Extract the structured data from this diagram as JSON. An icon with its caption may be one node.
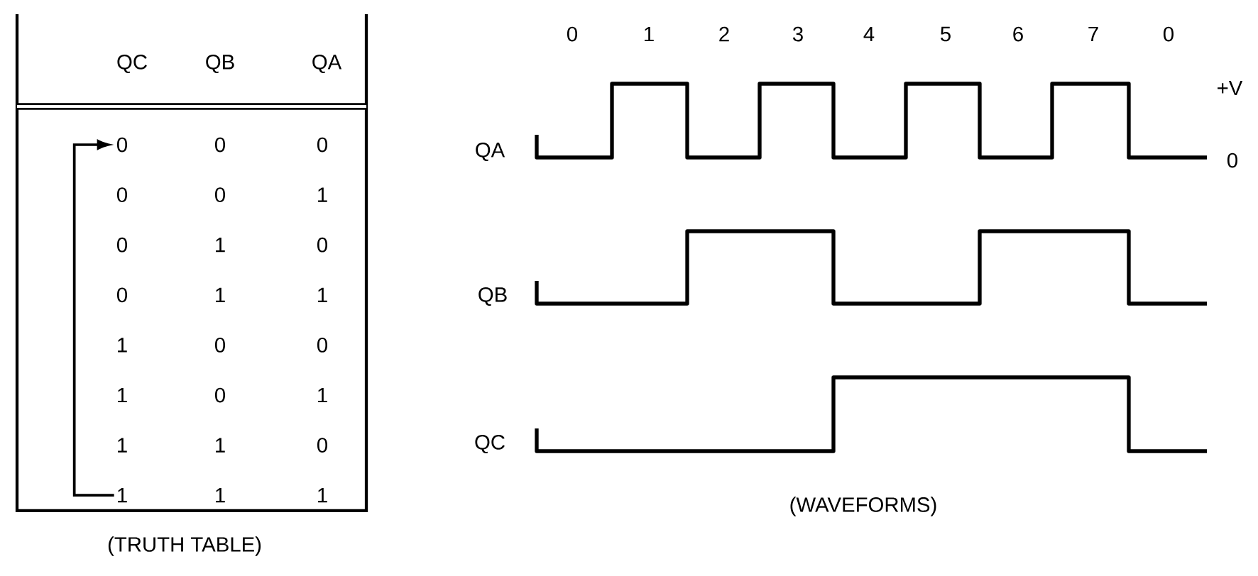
{
  "diagram": {
    "nodes": [
      {
        "text": [
          "0"
        ]
      },
      {
        "text": [
          "1"
        ]
      }
    ],
    "edges": [
      {
        "from": 1,
        "to": 0,
        "arrow": "to"
      }
    ],
    "labels": [
      "QC",
      "QB",
      "QA",
      "0",
      "0",
      "0",
      "0",
      "1",
      "0",
      "1",
      "0",
      "0",
      "1",
      "1",
      "1",
      "0",
      "0",
      "1",
      "0",
      "1",
      "1",
      "1",
      "0",
      "1",
      "1",
      "(TRUTH TABLE)",
      "0",
      "1",
      "2",
      "3",
      "4",
      "5",
      "6",
      "7",
      "0",
      "+V",
      "QA",
      "0",
      "QB",
      "QC",
      "(WAVEFORMS)"
    ]
  }
}
